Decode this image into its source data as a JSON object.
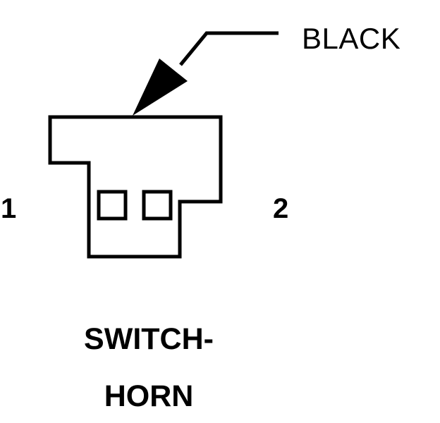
{
  "wire": {
    "color_label": "BLACK"
  },
  "pins": {
    "left": "1",
    "right": "2"
  },
  "component": {
    "name_line1": "SWITCH-",
    "name_line2": "HORN"
  },
  "colors": {
    "ink": "#000000",
    "background": "#ffffff"
  }
}
